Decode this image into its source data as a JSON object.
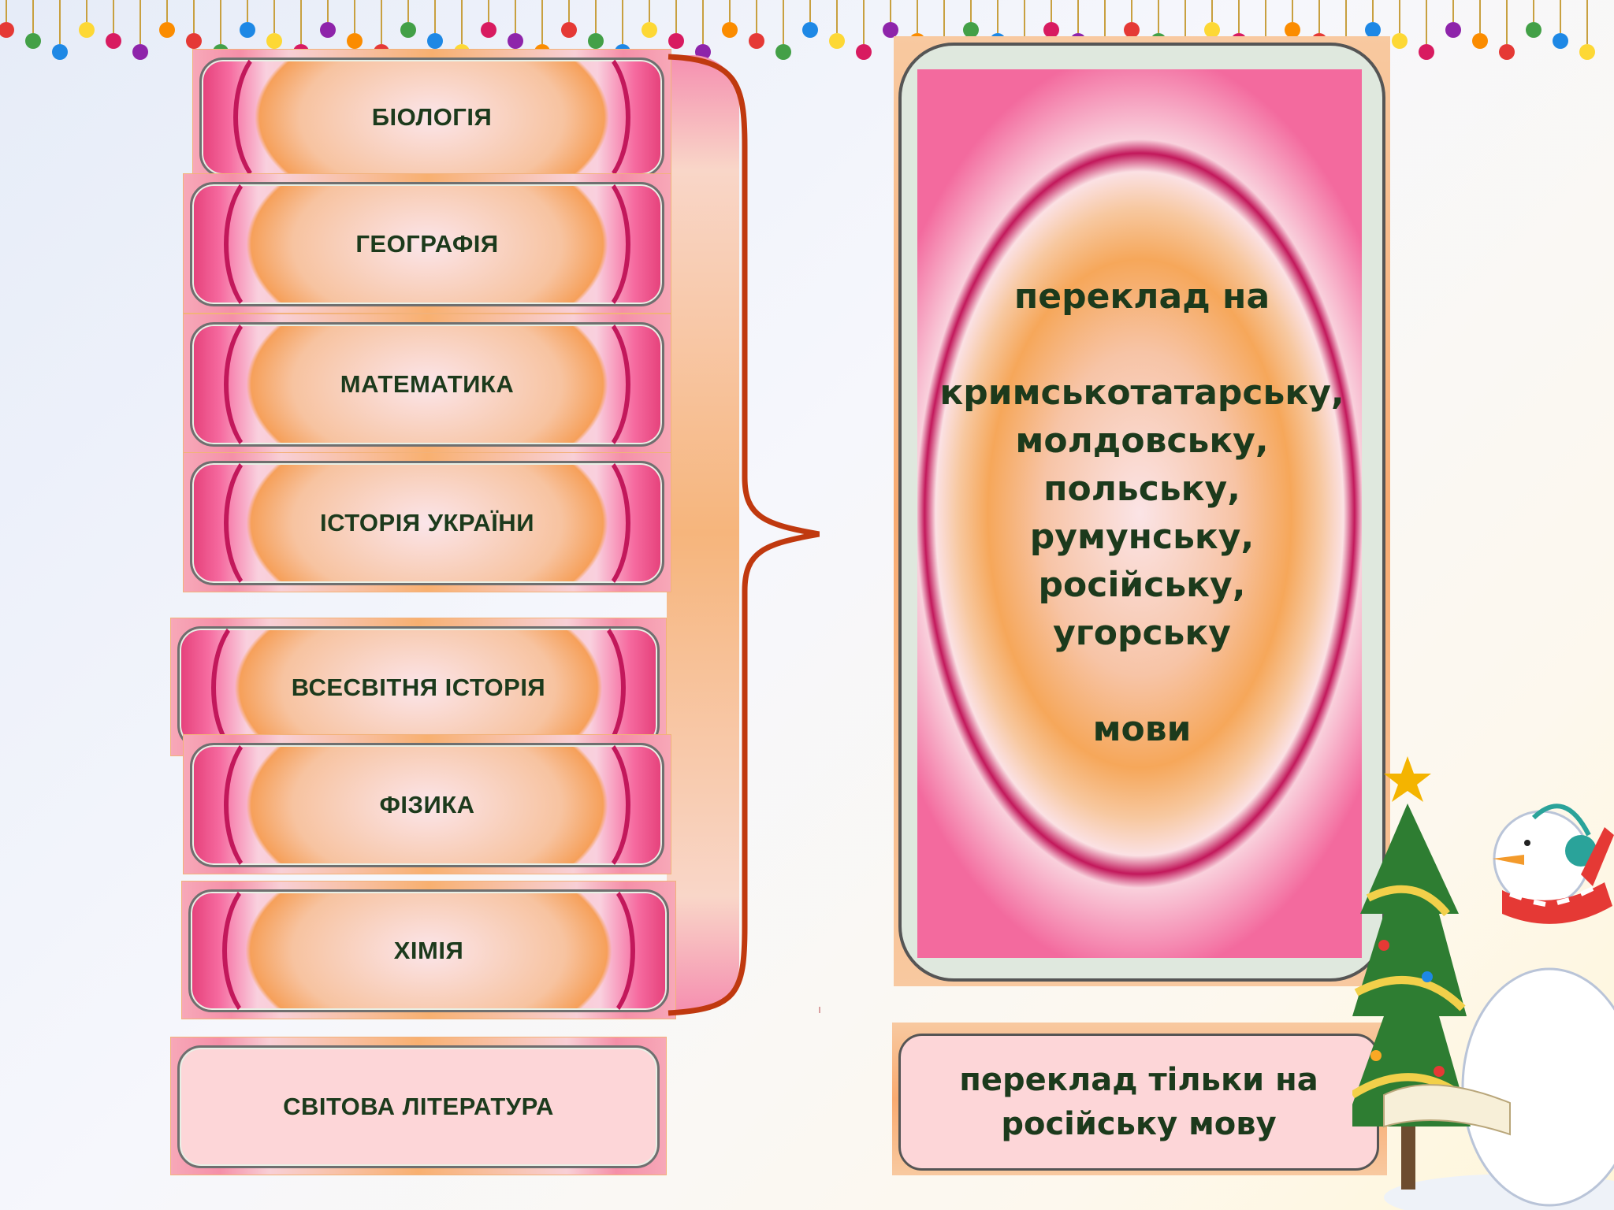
{
  "subjects": [
    {
      "label": "БІОЛОГІЯ"
    },
    {
      "label": "ГЕОГРАФІЯ"
    },
    {
      "label": "МАТЕМАТИКА"
    },
    {
      "label": "ІСТОРІЯ УКРАЇНИ"
    },
    {
      "label": "ВСЕСВІТНЯ ІСТОРІЯ"
    },
    {
      "label": "ФІЗИКА"
    },
    {
      "label": "ХІМІЯ"
    }
  ],
  "literature": {
    "label": "СВІТОВА ЛІТЕРАТУРА"
  },
  "translation_card": {
    "heading": "переклад на",
    "languages": [
      "кримськотатарську,",
      "молдовську,",
      "польську,",
      "румунську,",
      "російську,",
      "угорську"
    ],
    "footer": "мови"
  },
  "russian_only_card": {
    "line1": "переклад тільки на",
    "line2": "російську мову"
  },
  "colors": {
    "text": "#1c3a1c",
    "brace": "#c0390f",
    "accent_pink": "#c2185b",
    "accent_orange": "#f6a05a"
  }
}
